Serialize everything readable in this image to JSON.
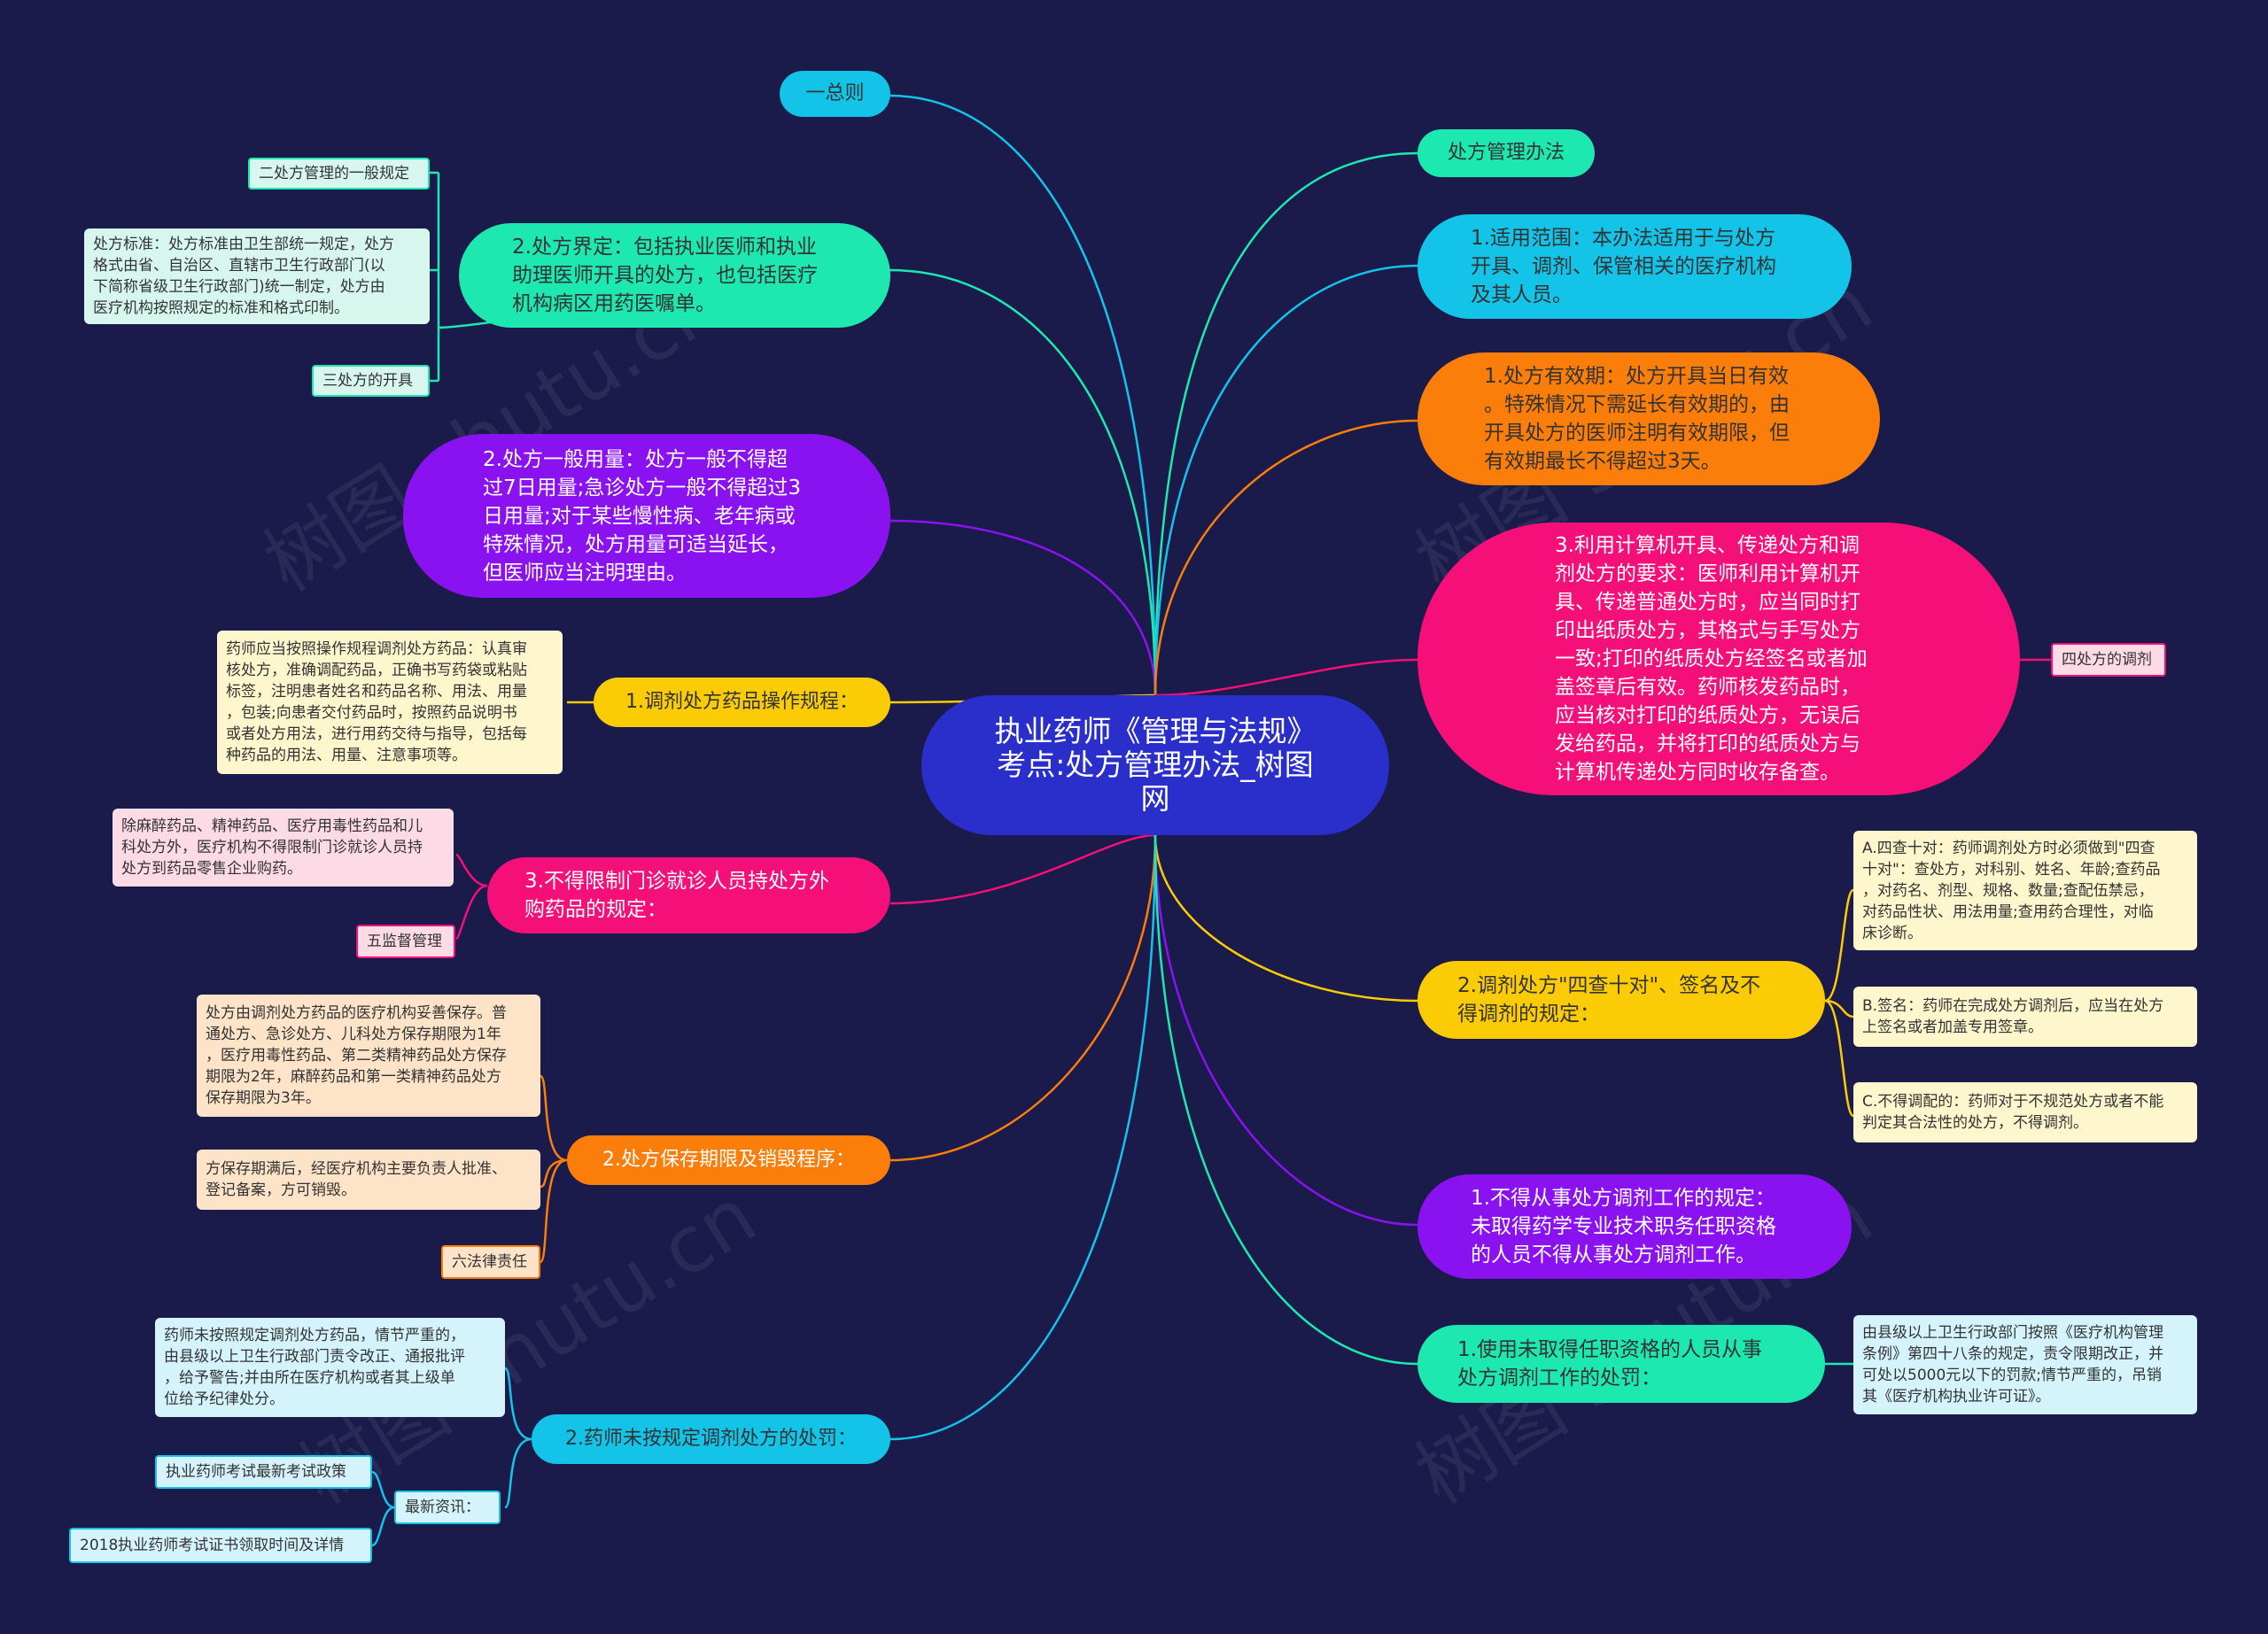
{
  "colors": {
    "background": "#1a1a4b",
    "center": "#2a2fcb",
    "cyan": "#13c3e8",
    "teal": "#1de8b0",
    "orange": "#fb7d0a",
    "pink": "#f50f79",
    "purple": "#8b12f0",
    "yellow": "#fbcc05",
    "note_yellow": "#fef6cc",
    "note_pink": "#fcdbe6",
    "note_orange": "#fde3c8",
    "note_cyan": "#d4f3fb",
    "note_teal": "#d7f7ee"
  },
  "center": {
    "title": "执业药师《管理与法规》\n考点:处方管理办法_树图\n网"
  },
  "watermark": "树图 shutu.cn",
  "left": {
    "general": "一总则",
    "definition": "2.处方界定：包括执业医师和执业\n助理医师开具的处方，也包括医疗\n机构病区用药医嘱单。",
    "definition_children": {
      "general_rules": "二处方管理的一般规定",
      "standard": "处方标准：处方标准由卫生部统一规定，处方\n格式由省、自治区、直辖市卫生行政部门(以\n下简称省级卫生行政部门)统一制定，处方由\n医疗机构按照规定的标准和格式印制。",
      "issuing": "三处方的开具"
    },
    "dosage": "2.处方一般用量：处方一般不得超\n过7日用量;急诊处方一般不得超过3\n日用量;对于某些慢性病、老年病或\n特殊情况，处方用量可适当延长，\n但医师应当注明理由。",
    "procedure": "1.调剂处方药品操作规程：",
    "procedure_note": "药师应当按照操作规程调剂处方药品：认真审\n核处方，准确调配药品，正确书写药袋或粘贴\n标签，注明患者姓名和药品名称、用法、用量\n，包装;向患者交付药品时，按照药品说明书\n或者处方用法，进行用药交待与指导，包括每\n种药品的用法、用量、注意事项等。",
    "unrestricted": "3.不得限制门诊就诊人员持处方外\n购药品的规定：",
    "unrestricted_note": "除麻醉药品、精神药品、医疗用毒性药品和儿\n科处方外，医疗机构不得限制门诊就诊人员持\n处方到药品零售企业购药。",
    "supervision": "五监督管理",
    "retention": "2.处方保存期限及销毁程序：",
    "retention_note1": "处方由调剂处方药品的医疗机构妥善保存。普\n通处方、急诊处方、儿科处方保存期限为1年\n，医疗用毒性药品、第二类精神药品处方保存\n期限为2年，麻醉药品和第一类精神药品处方\n保存期限为3年。",
    "retention_note2": "方保存期满后，经医疗机构主要负责人批准、\n登记备案，方可销毁。",
    "liability": "六法律责任",
    "penalty": "2.药师未按规定调剂处方的处罚：",
    "penalty_note": "药师未按照规定调剂处方药品，情节严重的，\n由县级以上卫生行政部门责令改正、通报批评\n，给予警告;并由所在医疗机构或者其上级单\n位给予纪律处分。",
    "news": "最新资讯：",
    "news_items": [
      "执业药师考试最新考试政策",
      "2018执业药师考试证书领取时间及详情"
    ]
  },
  "right": {
    "measures": "处方管理办法",
    "scope": "1.适用范围：本办法适用于与处方\n开具、调剂、保管相关的医疗机构\n及其人员。",
    "validity": "1.处方有效期：处方开具当日有效\n。特殊情况下需延长有效期的，由\n开具处方的医师注明有效期限，但\n有效期最长不得超过3天。",
    "computer": "3.利用计算机开具、传递处方和调\n剂处方的要求：医师利用计算机开\n具、传递普通处方时，应当同时打\n印出纸质处方，其格式与手写处方\n一致;打印的纸质处方经签名或者加\n盖签章后有效。药师核发药品时，\n应当核对打印的纸质处方，无误后\n发给药品，并将打印的纸质处方与\n计算机传递处方同时收存备查。",
    "dispensing": "四处方的调剂",
    "four_checks": "2.调剂处方\"四查十对\"、签名及不\n得调剂的规定：",
    "four_checks_notes": [
      "A.四查十对：药师调剂处方时必须做到\"四查\n十对\"：查处方，对科别、姓名、年龄;查药品\n，对药名、剂型、规格、数量;查配伍禁忌，\n对药品性状、用法用量;查用药合理性，对临\n床诊断。",
      "B.签名：药师在完成处方调剂后，应当在处方\n上签名或者加盖专用签章。",
      "C.不得调配的：药师对于不规范处方或者不能\n判定其合法性的处方，不得调剂。"
    ],
    "unqualified": "1.不得从事处方调剂工作的规定：\n未取得药学专业技术职务任职资格\n的人员不得从事处方调剂工作。",
    "punish": "1.使用未取得任职资格的人员从事\n处方调剂工作的处罚：",
    "punish_note": "由县级以上卫生行政部门按照《医疗机构管理\n条例》第四十八条的规定，责令限期改正，并\n可处以5000元以下的罚款;情节严重的，吊销\n其《医疗机构执业许可证》。"
  }
}
